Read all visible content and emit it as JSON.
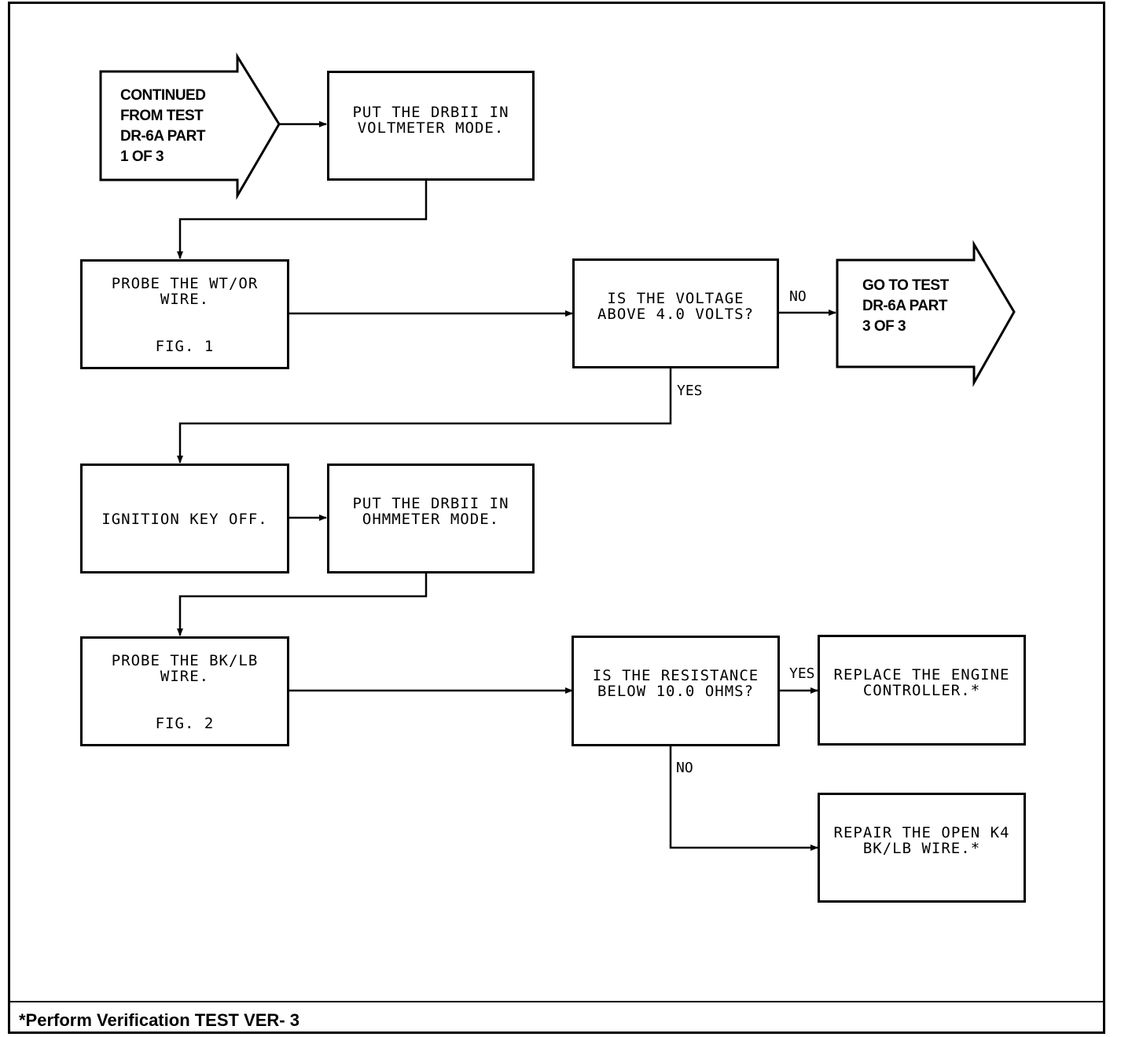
{
  "connectors": {
    "continued_from": "CONTINUED\nFROM TEST\nDR-6A PART\n1 OF 3",
    "go_to": "GO TO TEST\nDR-6A PART\n3 OF 3"
  },
  "boxes": {
    "voltmeter_mode": "PUT THE DRBII IN\nVOLTMETER MODE.",
    "probe_wt_or": "PROBE THE WT/OR\nWIRE.",
    "probe_wt_or_fig": "FIG. 1",
    "voltage_question": "IS THE VOLTAGE\nABOVE 4.0 VOLTS?",
    "ignition_off": "IGNITION KEY OFF.",
    "ohmmeter_mode": "PUT THE DRBII IN\nOHMMETER MODE.",
    "probe_bk_lb": "PROBE THE BK/LB\nWIRE.",
    "probe_bk_lb_fig": "FIG. 2",
    "resistance_question": "IS THE RESISTANCE\nBELOW 10.0 OHMS?",
    "replace_controller": "REPLACE THE ENGINE\nCONTROLLER.*",
    "repair_wire": "REPAIR THE OPEN K4\nBK/LB WIRE.*"
  },
  "labels": {
    "voltage_no": "NO",
    "voltage_yes": "YES",
    "resistance_yes": "YES",
    "resistance_no": "NO"
  },
  "footer": {
    "note": "*Perform Verification TEST VER- 3"
  }
}
